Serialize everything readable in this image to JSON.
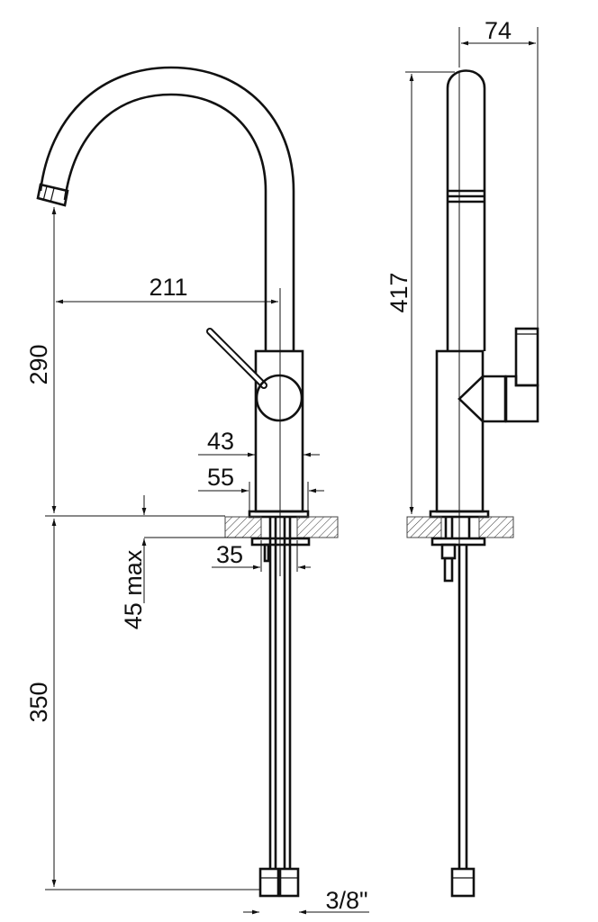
{
  "title": "Faucet dimension drawing",
  "dimensions": {
    "spout_reach": "211",
    "spout_height": "290",
    "hose_length": "350",
    "body_diameter": "43",
    "base_diameter": "55",
    "mounting_hole": "35",
    "max_counter_thickness": "45 max",
    "connection": "3/8\"",
    "side_depth": "74",
    "total_height": "417"
  },
  "colors": {
    "line": "#111111",
    "background": "#ffffff"
  }
}
